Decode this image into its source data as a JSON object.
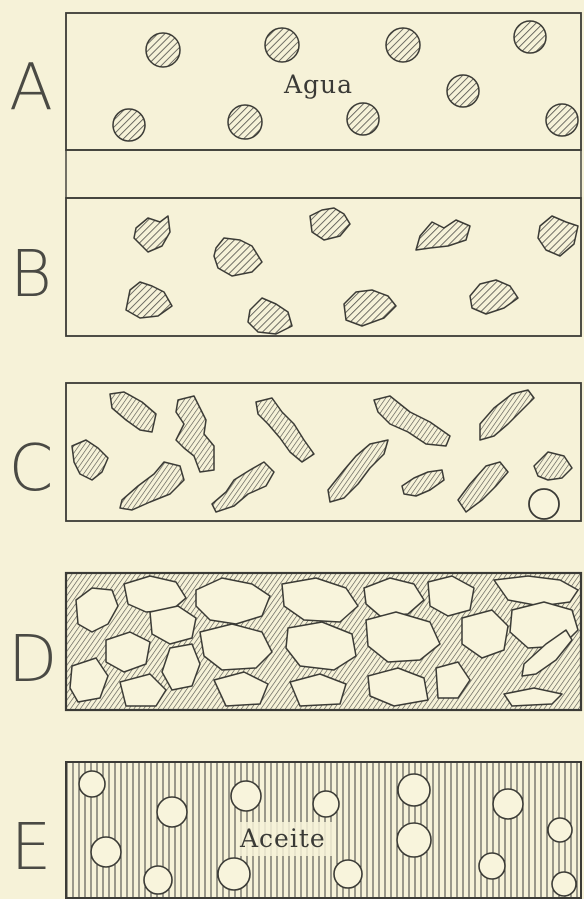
{
  "figure": {
    "panels": [
      {
        "id": "A",
        "label": "A",
        "annotation": "Agua"
      },
      {
        "id": "B",
        "label": "B",
        "annotation": ""
      },
      {
        "id": "C",
        "label": "C",
        "annotation": ""
      },
      {
        "id": "D",
        "label": "D",
        "annotation": ""
      },
      {
        "id": "E",
        "label": "E",
        "annotation": "Aceite"
      }
    ],
    "colors": {
      "paper": "#f6f2d8",
      "ink": "#3b3b36",
      "hatch": "#555550",
      "hole": "#f8f4dc"
    }
  }
}
